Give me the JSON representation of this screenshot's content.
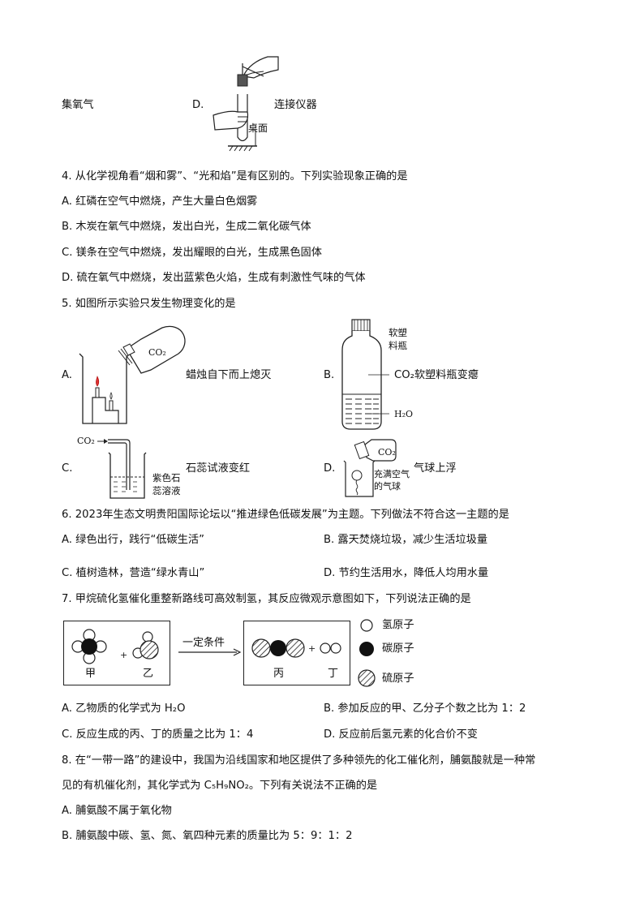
{
  "top": {
    "left_label": "集氧气",
    "option_d": "D.",
    "right_label": "连接仪器",
    "desk_label": "桌面"
  },
  "q4": {
    "stem": "4. 从化学视角看“烟和雾”、“光和焰”是有区别的。下列实验现象正确的是",
    "A": "A. 红磷在空气中燃烧，产生大量白色烟雾",
    "B": "B. 木炭在氧气中燃烧，发出白光，生成二氧化碳气体",
    "C": "C. 镁条在空气中燃烧，发出耀眼的白光，生成黑色固体",
    "D": "D. 硫在氧气中燃烧，发出蓝紫色火焰，生成有刺激性气味的气体"
  },
  "q5": {
    "stem": "5. 如图所示实验只发生物理变化的是",
    "A_letter": "A.",
    "A_caption": "蜡烛自下而上熄灭",
    "A_co2": "CO₂",
    "B_letter": "B.",
    "B_label1": "软塑",
    "B_label2": "料瓶",
    "B_caption": "CO₂软塑料瓶变瘪",
    "B_water": "H₂O",
    "C_letter": "C.",
    "C_co2": "CO₂",
    "C_caption": "石蕊试液变红",
    "C_label1": "紫色石",
    "C_label2": "蕊溶液",
    "D_letter": "D.",
    "D_co2": "CO₂",
    "D_caption": "气球上浮",
    "D_label1": "充满空气",
    "D_label2": "的气球"
  },
  "q6": {
    "stem": "6. 2023年生态文明贵阳国际论坛以“推进绿色低碳发展”为主题。下列做法不符合这一主题的是",
    "A": "A. 绿色出行，践行“低碳生活”",
    "B": "B. 露天焚烧垃圾，减少生活垃圾量",
    "C": "C. 植树造林，营造“绿水青山”",
    "D": "D. 节约生活用水，降低人均用水量"
  },
  "q7": {
    "stem": "7. 甲烷硫化氢催化重整新路线可高效制氢，其反应微观示意图如下，下列说法正确的是",
    "label_jia": "甲",
    "label_yi": "乙",
    "arrow_label": "一定条件",
    "label_bing": "丙",
    "label_ding": "丁",
    "plus": "+",
    "legend_h": "氢原子",
    "legend_c": "碳原子",
    "legend_s": "硫原子",
    "A": "A. 乙物质的化学式为 H₂O",
    "B": "B. 参加反应的甲、乙分子个数之比为 1：2",
    "C": "C. 反应生成的丙、丁的质量之比为 1：4",
    "D": "D. 反应前后氢元素的化合价不变"
  },
  "q8": {
    "stem_line1": "8. 在“一带一路”的建设中，我国为沿线国家和地区提供了多种领先的化工催化剂，脯氨酸就是一种常",
    "stem_line2": "见的有机催化剂，其化学式为 C₅H₉NO₂。下列有关说法不正确的是",
    "A": "A. 脯氨酸不属于氧化物",
    "B": "B. 脯氨酸中碳、氢、氮、氧四种元素的质量比为 5：9：1：2"
  }
}
